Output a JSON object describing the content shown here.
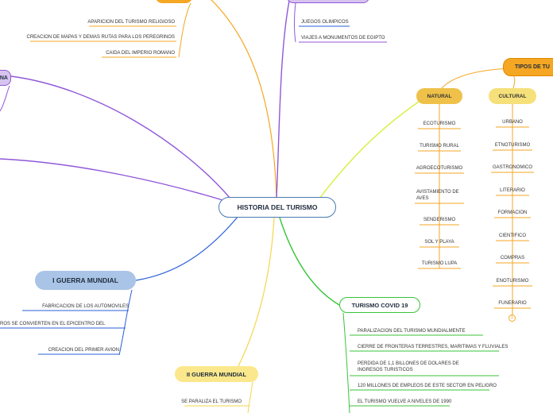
{
  "center": {
    "title": "HISTORIA DEL TURISMO"
  },
  "top_left_branch": {
    "items": [
      "APARICION DEL TURISMO RELIGIOSO",
      "CREACION DE MAPAS Y DEMAS RUTAS PARA LOS PEREGRINOS",
      "CAIDA DEL IMPERIO ROMANO"
    ]
  },
  "top_right_branch": {
    "items": [
      "JUEGOS OLIMPICOS",
      "VIAJES A MONUMENTOS DE EGIPTO"
    ]
  },
  "left_branch": {
    "title_visible": "NA"
  },
  "ww1": {
    "title": "I GUERRA MUNDIAL",
    "items": [
      "FABRICACION DE LOS AUTOMOVILES",
      "ROS SE CONVIERTEN EN EL EPICENTRO DEL",
      "CREACION DEL PRIMER AVION"
    ]
  },
  "ww2": {
    "title": "II GUERRA MUNDIAL",
    "items": [
      "SE PARALIZA EL TURISMO"
    ]
  },
  "covid": {
    "title": "TURISMO COVID 19",
    "items": [
      "PARALIZACION DEL TURISMO MUNDIALMENTE",
      "CIERRE DE FRONTERAS TERRESTRES, MARITIMAS Y FLUVIALES",
      "PERDIDA DE 1,1 BILLONES DE DOLARES DE INGRESOS TURISTICOS",
      "120 MILLONES DE EMPLEOS DE ESTE SECTOR EN PELIGRO",
      "EL TURISMO VUELVE A NIVELES DE 1990"
    ]
  },
  "types": {
    "title": "TIPOS DE TU",
    "natural": {
      "title": "NATURAL",
      "items": [
        "ECOTURISMO",
        "TURISMO RURAL",
        "AGROECOTURISMO",
        "AVISTAMIENTO DE AVES",
        "SENDERISMO",
        "SOL Y PLAYA",
        "TURISMO LUPA"
      ]
    },
    "cultural": {
      "title": "CULTURAL",
      "items": [
        "URBANO",
        "ETNOTURISMO",
        "GASTRONOMICO",
        "LITERARIO",
        "FORMACION",
        "CIENTIFICO",
        "COMPRAS",
        "ENOTURISMO",
        "FUNERARIO"
      ]
    },
    "collapsed_marker": "1"
  },
  "colors": {
    "purple": "#9057d9",
    "orange": "#f5a623",
    "yellow_green": "#d8ef3a",
    "green": "#39c339",
    "blue": "#2b5fd9",
    "yellow": "#f3d64a"
  }
}
